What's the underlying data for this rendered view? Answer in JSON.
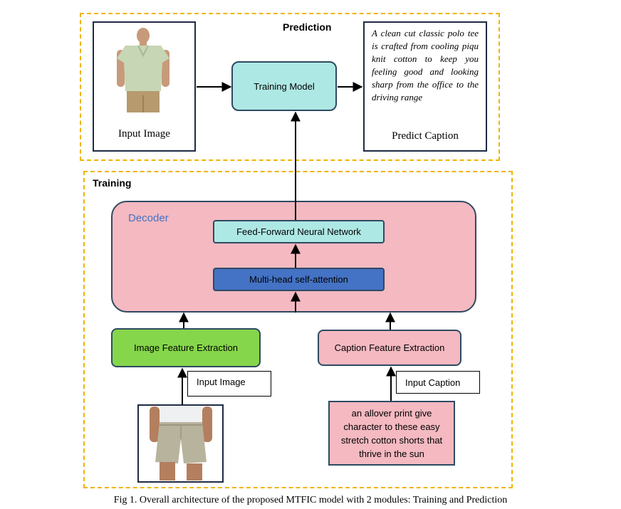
{
  "prediction": {
    "title": "Prediction",
    "input_image_label": "Input Image",
    "model_label": "Training Model",
    "caption_text": "A clean cut classic polo tee is crafted from cooling piqu knit cotton to keep you feeling good and looking sharp from the office to the driving range",
    "caption_label": "Predict Caption"
  },
  "training": {
    "title": "Training",
    "decoder_label": "Decoder",
    "ffn_label": "Feed-Forward Neural Network",
    "attention_label": "Multi-head self-attention",
    "image_feature_label": "Image Feature Extraction",
    "caption_feature_label": "Caption Feature Extraction",
    "input_image_label": "Input Image",
    "input_caption_label": "Input Caption",
    "input_caption_text": "an allover print give character to these easy stretch cotton shorts that thrive in the sun"
  },
  "figure_caption": "Fig 1. Overall architecture of the proposed MTFIC model with 2 modules: Training and Prediction",
  "colors": {
    "dashed_border": "#f0b400",
    "teal_box": "#aee8e4",
    "pink_box": "#f4b9c1",
    "blue_box": "#4472c4",
    "green_box": "#86d64b",
    "decoder_text": "#4472c4"
  }
}
